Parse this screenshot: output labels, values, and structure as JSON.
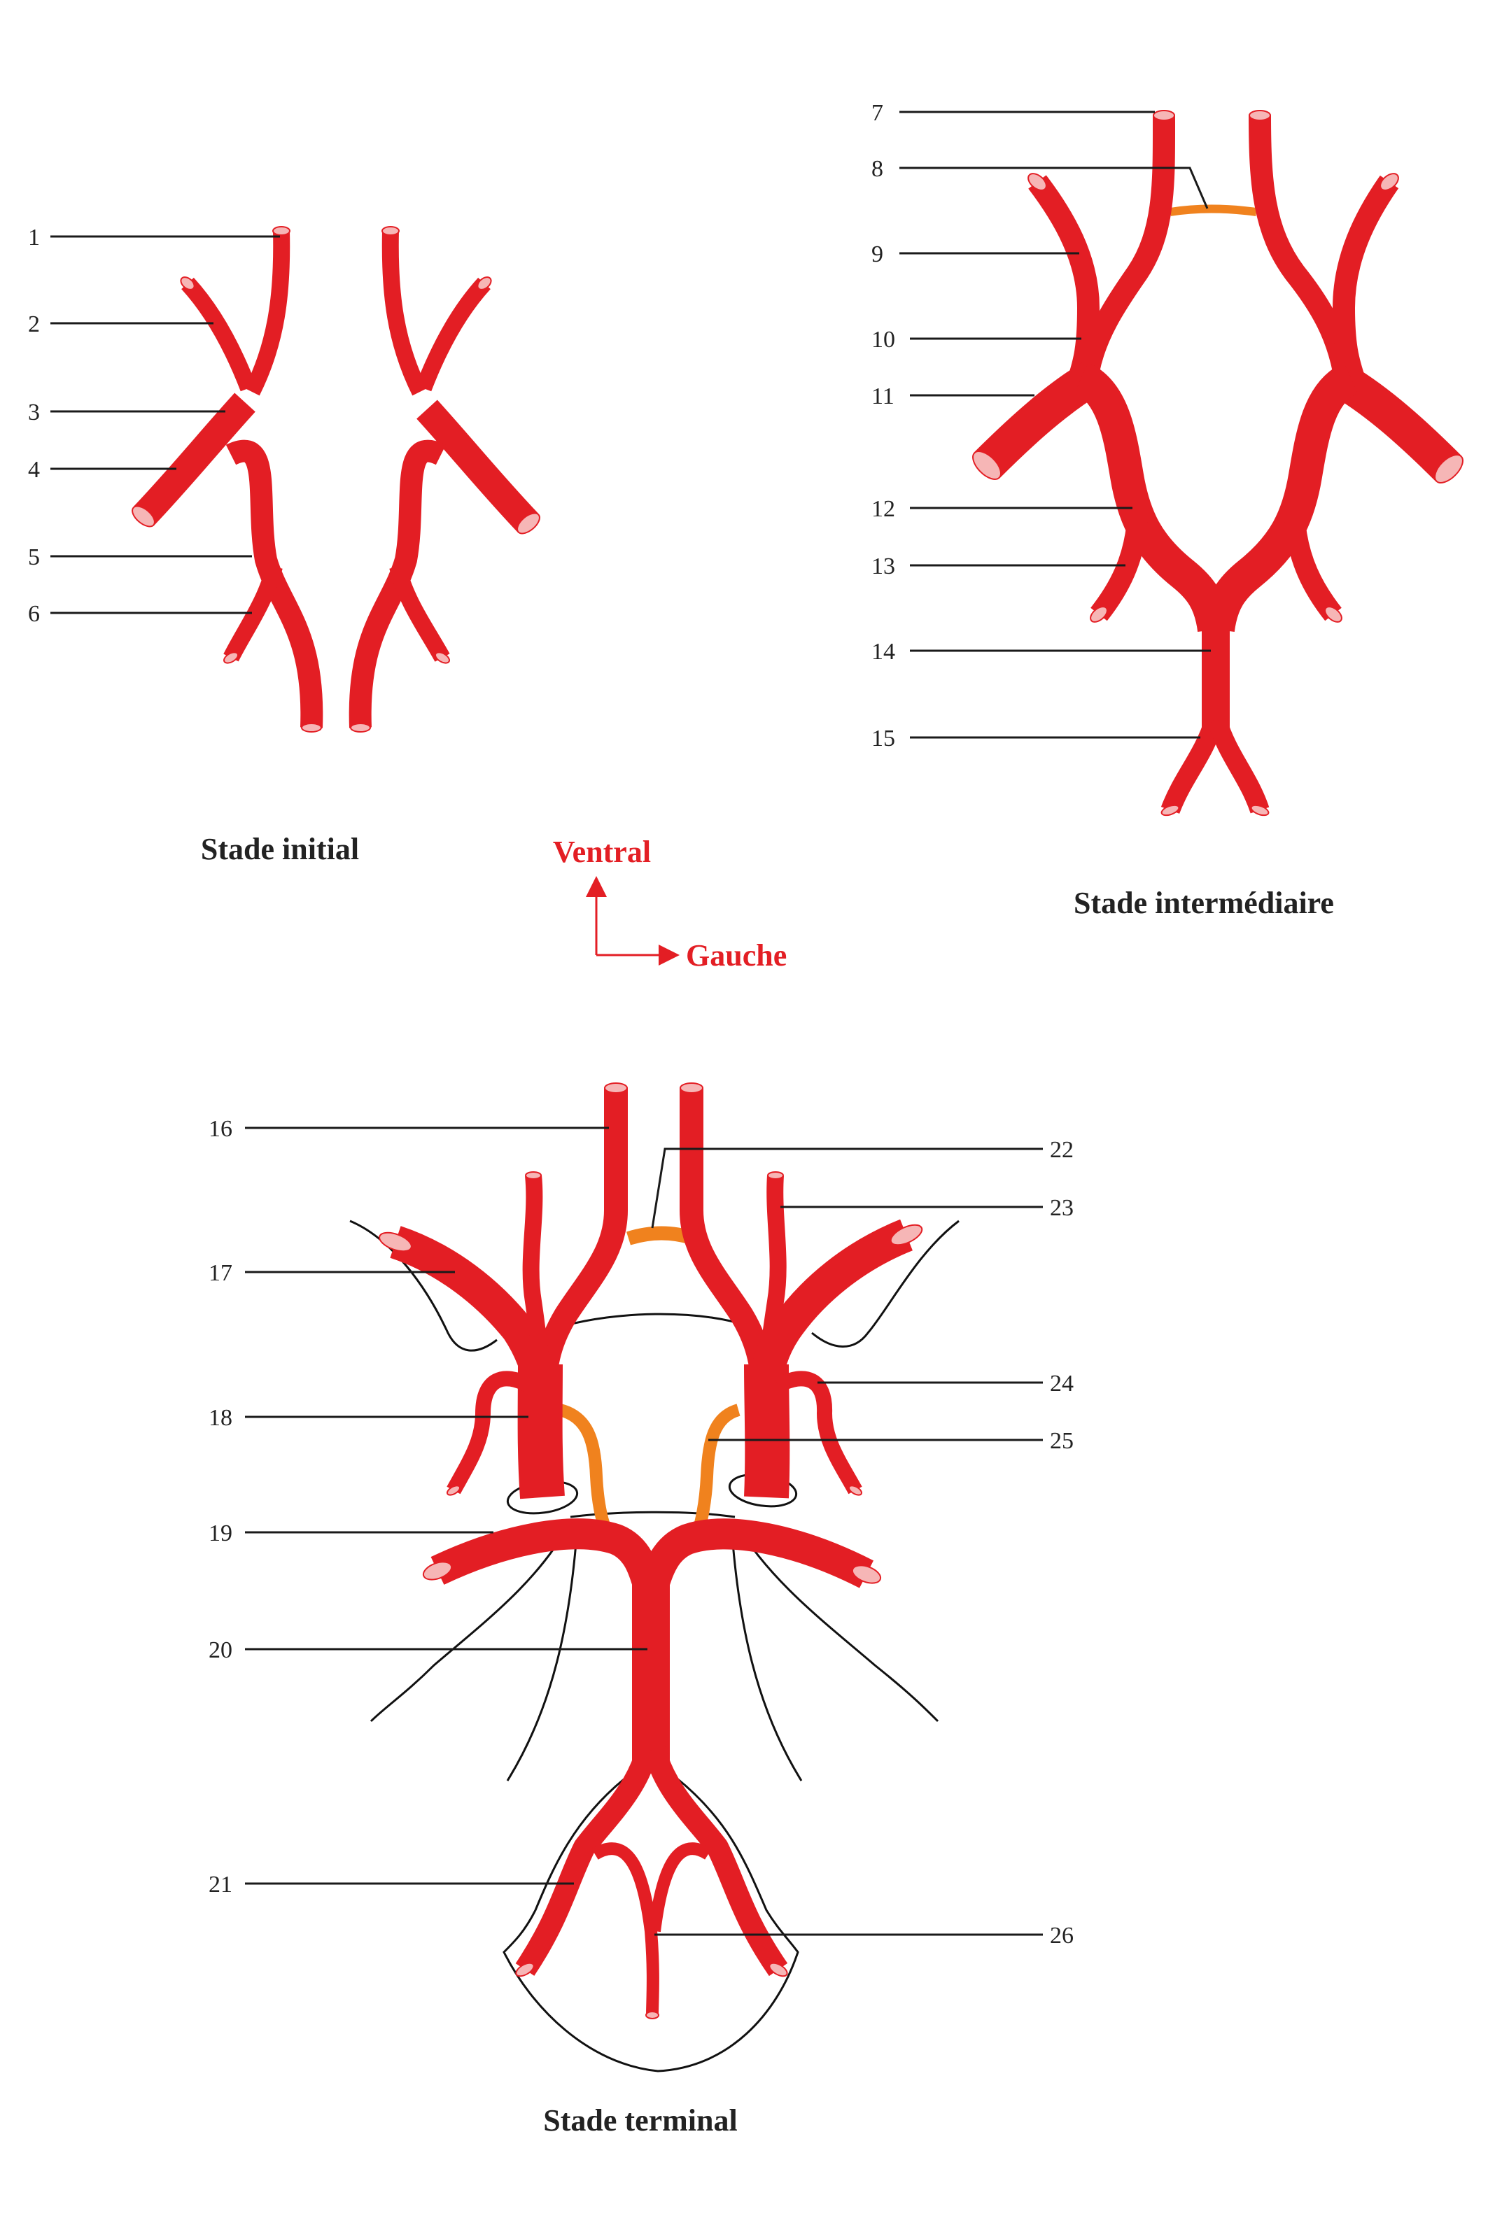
{
  "colors": {
    "artery": "#e31e24",
    "artery_end": "#f6b6b6",
    "anastomosis": "#f0821e",
    "orientation": "#e31e24",
    "line": "#1a1a1a"
  },
  "stages": {
    "initial": {
      "title": "Stade initial"
    },
    "intermediate": {
      "title": "Stade intermédiaire"
    },
    "terminal": {
      "title": "Stade terminal"
    }
  },
  "orientation": {
    "up_label": "Ventral",
    "right_label": "Gauche"
  },
  "labels": {
    "initial": [
      "1",
      "2",
      "3",
      "4",
      "5",
      "6"
    ],
    "intermediate": [
      "7",
      "8",
      "9",
      "10",
      "11",
      "12",
      "13",
      "14",
      "15"
    ],
    "terminal_left": [
      "16",
      "17",
      "18",
      "19",
      "20",
      "21"
    ],
    "terminal_right": [
      "22",
      "23",
      "24",
      "25",
      "26"
    ]
  }
}
